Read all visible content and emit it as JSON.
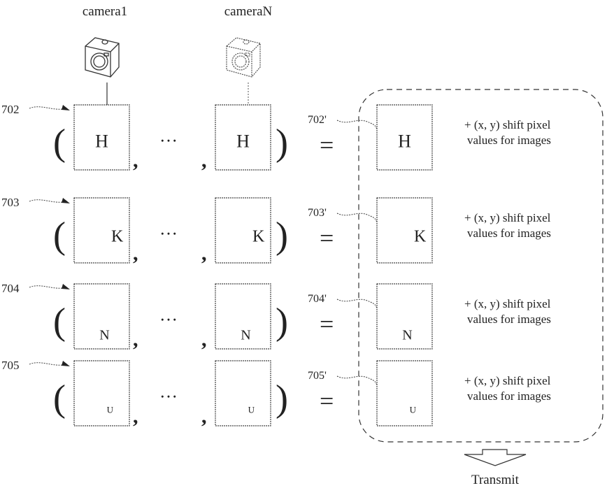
{
  "cameras": [
    {
      "label": "camera1",
      "style": "solid"
    },
    {
      "label": "cameraN",
      "style": "dotted"
    }
  ],
  "ellipsis": "…",
  "comma": ",",
  "open_paren": "(",
  "close_paren": ")",
  "equals": "=",
  "rows": [
    {
      "ref": "702",
      "ref_prime": "702'",
      "letter": "H",
      "note_line1": "+ (x, y) shift pixel",
      "note_line2": "values for images"
    },
    {
      "ref": "703",
      "ref_prime": "703'",
      "letter": "K",
      "note_line1": "+ (x, y) shift pixel",
      "note_line2": "values for images"
    },
    {
      "ref": "704",
      "ref_prime": "704'",
      "letter": "N",
      "note_line1": "+ (x, y) shift pixel",
      "note_line2": "values for images"
    },
    {
      "ref": "705",
      "ref_prime": "705'",
      "letter": "U",
      "note_line1": "+ (x, y) shift pixel",
      "note_line2": "values for images"
    }
  ],
  "transmit_label": "Transmit",
  "colors": {
    "stroke": "#333333",
    "text": "#222222",
    "background": "#ffffff"
  }
}
